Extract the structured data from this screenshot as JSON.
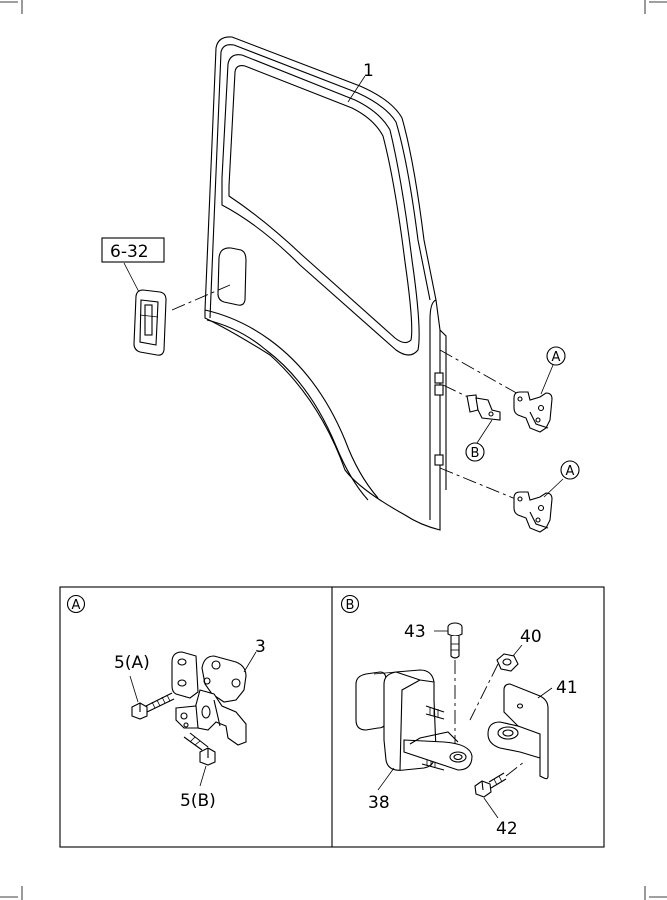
{
  "callouts": {
    "door": "1",
    "handle_ref": "6-32",
    "hinge_part": "3",
    "bolt_a": "5(A)",
    "bolt_b": "5(B)",
    "checker_bolt": "43",
    "checker_nut": "40",
    "checker_bracket": "41",
    "checker_body": "38",
    "checker_screw": "42"
  },
  "markers": {
    "a": "A",
    "b": "B"
  }
}
